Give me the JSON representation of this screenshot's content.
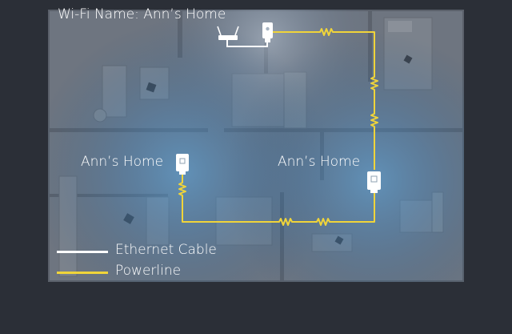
{
  "wifi_label": "Wi-Fi Name: Ann’s Home",
  "extenders": [
    {
      "label": "Ann’s Home"
    },
    {
      "label": "Ann’s Home"
    }
  ],
  "legend": {
    "ethernet_label": "Ethernet Cable",
    "powerline_label": "Powerline"
  },
  "colors": {
    "background": "#2b2f37",
    "floor": "#6e7580",
    "ethernet": "#ffffff",
    "powerline": "#f0d43a",
    "wifi_glow": "#3e86c4"
  }
}
